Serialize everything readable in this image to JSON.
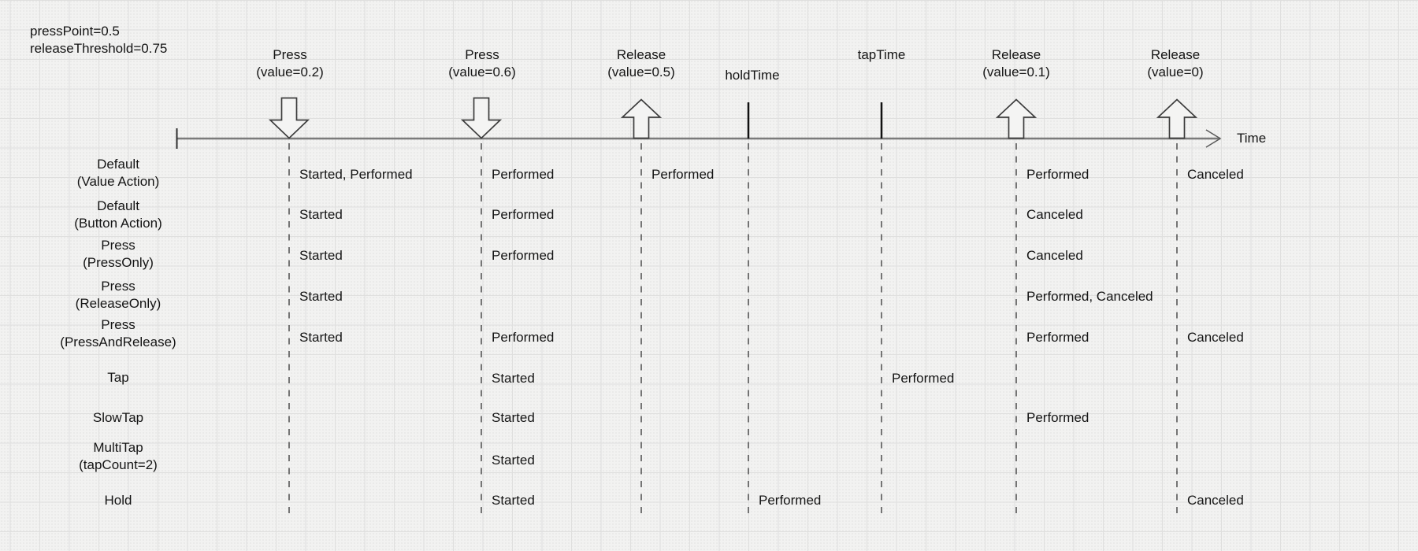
{
  "annotations": {
    "press_point": "pressPoint=0.5",
    "release_threshold": "releaseThreshold=0.75"
  },
  "timeline": {
    "axis_label": "Time"
  },
  "events": {
    "press1": {
      "line1": "Press",
      "line2": "(value=0.2)"
    },
    "press2": {
      "line1": "Press",
      "line2": "(value=0.6)"
    },
    "release05": {
      "line1": "Release",
      "line2": "(value=0.5)"
    },
    "holdTime": {
      "label": "holdTime"
    },
    "tapTime": {
      "label": "tapTime"
    },
    "release01": {
      "line1": "Release",
      "line2": "(value=0.1)"
    },
    "release0": {
      "line1": "Release",
      "line2": "(value=0)"
    }
  },
  "rows": [
    {
      "label1": "Default",
      "label2": "(Value Action)",
      "cells": {
        "press1": "Started, Performed",
        "press2": "Performed",
        "release05": "Performed",
        "release01": "Performed",
        "release0": "Canceled"
      }
    },
    {
      "label1": "Default",
      "label2": "(Button Action)",
      "cells": {
        "press1": "Started",
        "press2": "Performed",
        "release01": "Canceled"
      }
    },
    {
      "label1": "Press",
      "label2": "(PressOnly)",
      "cells": {
        "press1": "Started",
        "press2": "Performed",
        "release01": "Canceled"
      }
    },
    {
      "label1": "Press",
      "label2": "(ReleaseOnly)",
      "cells": {
        "press1": "Started",
        "release01": "Performed, Canceled"
      }
    },
    {
      "label1": "Press",
      "label2": "(PressAndRelease)",
      "cells": {
        "press1": "Started",
        "press2": "Performed",
        "release01": "Performed",
        "release0": "Canceled"
      }
    },
    {
      "label1": "Tap",
      "label2": "",
      "cells": {
        "press2": "Started",
        "tapTime": "Performed"
      }
    },
    {
      "label1": "SlowTap",
      "label2": "",
      "cells": {
        "press2": "Started",
        "release01": "Performed"
      }
    },
    {
      "label1": "MultiTap",
      "label2": "(tapCount=2)",
      "cells": {
        "press2": "Started"
      }
    },
    {
      "label1": "Hold",
      "label2": "",
      "cells": {
        "press2": "Started",
        "holdTime": "Performed",
        "release0": "Canceled"
      }
    }
  ],
  "colors": {
    "ink": "#141414",
    "timeline": "#7b7b7b",
    "dashed_line": "#4d4d4d"
  }
}
